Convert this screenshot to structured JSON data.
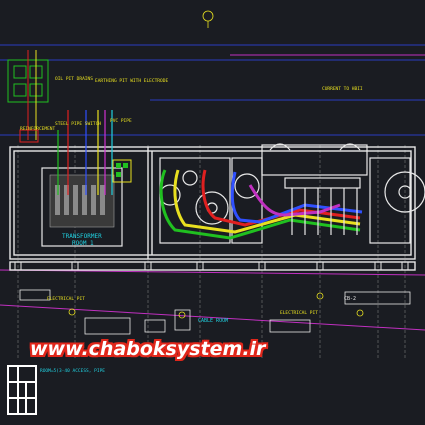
{
  "drawing": {
    "labels": {
      "transformer_room": "TRANSFORMER",
      "transformer_room_sub": "ROOM 1",
      "cable_room": "CABLE ROOM",
      "current_to_hbii": "CURRENT TO HBII",
      "electrical_pit_1": "ELECTRICAL PIT",
      "electrical_pit_2": "ELECTRICAL PIT",
      "cb_tag": "CB-2",
      "note_oil_pit": "OIL PIT DRAINS",
      "note_earthing": "EARTHING PIT WITH ELECTRODE",
      "note_steel_pipe": "STEEL PIPE SWITCH",
      "note_pvc_pipe": "PVC PIPE",
      "note_reinforcement": "REINFORCEMENT",
      "note_bottom": "ROOM=5(3-40 ACCESS, PIPE"
    }
  },
  "watermark": {
    "text": "www.chaboksystem.ir"
  },
  "colors": {
    "background": "#1a1c22",
    "wall": "#e8e8e8",
    "cable_red": "#e02020",
    "cable_green": "#20c020",
    "cable_blue": "#3050ff",
    "cable_yellow": "#e8e020",
    "annotation_magenta": "#d030d0",
    "annotation_cyan": "#20d0e0",
    "annotation_yellow": "#e8e020"
  }
}
